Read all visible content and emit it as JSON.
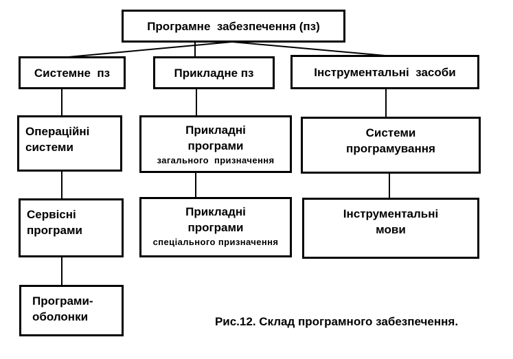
{
  "colors": {
    "ink": "#000000",
    "background": "#ffffff"
  },
  "diagram": {
    "nodes": {
      "root": {
        "label": "Програмне  забезпечення (пз)"
      },
      "system": {
        "label": "Системне  пз"
      },
      "applied": {
        "label": "Прикладне пз"
      },
      "tools": {
        "label": "Інструментальні  засоби"
      },
      "os": {
        "label": "Операційні\nсистеми"
      },
      "apps_general": {
        "label": "Прикладні\nпрограми",
        "sublabel": "загального  призначення"
      },
      "prog_systems": {
        "label": "Системи\nпрограмування"
      },
      "service": {
        "label": "Сервісні\nпрограми"
      },
      "apps_special": {
        "label": "Прикладні\nпрограми",
        "sublabel": "спеціального призначення"
      },
      "tool_languages": {
        "label": "Інструментальні\nмови"
      },
      "shells": {
        "label": "Програми-\nоболонки"
      }
    },
    "caption": "Рис.12. Склад програмного забезпечення."
  }
}
